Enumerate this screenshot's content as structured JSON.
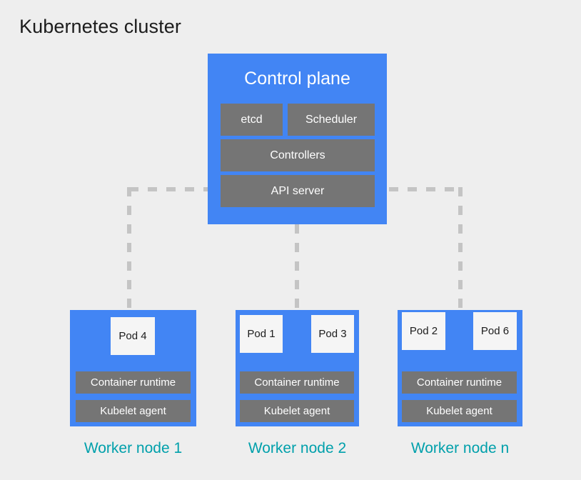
{
  "page": {
    "title": "Kubernetes cluster",
    "background_color": "#eeeeee"
  },
  "colors": {
    "node_blue": "#4285f4",
    "component_gray": "#757575",
    "pod_white": "#f5f5f5",
    "label_teal": "#00a0ab",
    "connector_gray": "#c4c4c4",
    "title_text": "#1c1c1c"
  },
  "control_plane": {
    "title": "Control plane",
    "components": [
      {
        "label": "etcd"
      },
      {
        "label": "Scheduler"
      },
      {
        "label": "Controllers"
      },
      {
        "label": "API server"
      }
    ]
  },
  "worker_nodes": [
    {
      "label": "Worker node 1",
      "pods": [
        {
          "label": "Pod 4"
        }
      ],
      "bars": [
        {
          "label": "Container runtime"
        },
        {
          "label": "Kubelet agent"
        }
      ]
    },
    {
      "label": "Worker node 2",
      "pods": [
        {
          "label": "Pod 1"
        },
        {
          "label": "Pod 3"
        }
      ],
      "bars": [
        {
          "label": "Container runtime"
        },
        {
          "label": "Kubelet agent"
        }
      ]
    },
    {
      "label": "Worker node n",
      "pods": [
        {
          "label": "Pod 2"
        },
        {
          "label": "Pod 6"
        }
      ],
      "bars": [
        {
          "label": "Container runtime"
        },
        {
          "label": "Kubelet agent"
        }
      ]
    }
  ],
  "connectors": {
    "style": "dashed",
    "description": "API server bus connects horizontally then drops vertically to each worker node"
  }
}
